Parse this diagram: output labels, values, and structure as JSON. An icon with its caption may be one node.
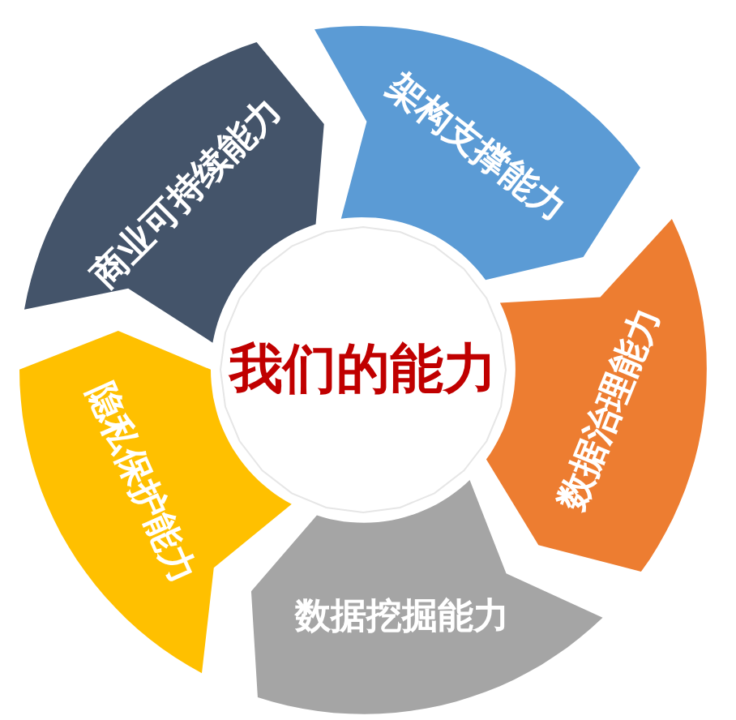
{
  "diagram": {
    "nodes": [
      {
        "text": [
          "我们的能力"
        ]
      },
      {
        "text": [
          "商业可持续能力"
        ]
      },
      {
        "text": [
          "架构支撑能力"
        ]
      },
      {
        "text": [
          "数据治理能力"
        ]
      },
      {
        "text": [
          "数据挖掘能力"
        ]
      },
      {
        "text": [
          "隐私保护能力"
        ]
      }
    ]
  }
}
